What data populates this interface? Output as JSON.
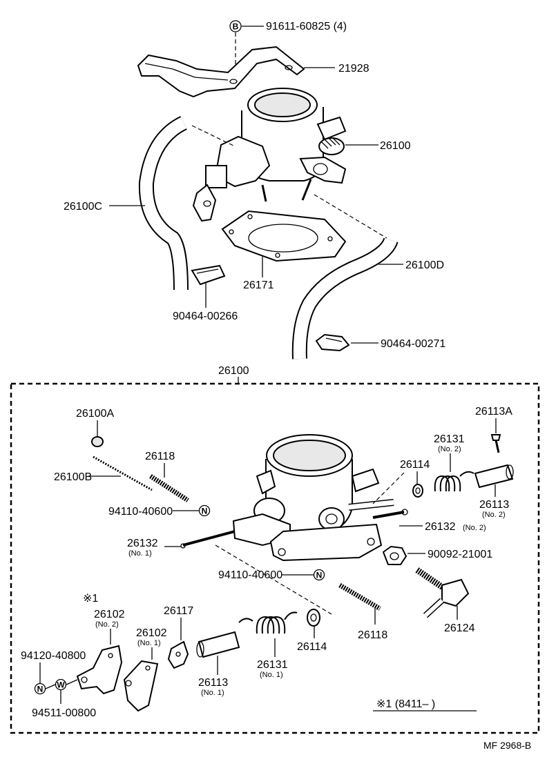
{
  "top_section": {
    "bolt_symbol": "B",
    "bolt_part": "91611-60825 (4)",
    "bracket_part": "21928",
    "throttle_body_part": "26100",
    "hose_c_part": "26100C",
    "gasket_part": "26171",
    "hose_d_part": "26100D",
    "clamp_left_part": "90464-00266",
    "clamp_right_part": "90464-00271"
  },
  "frame": {
    "assembly_part": "26100"
  },
  "exploded": {
    "cap_part": "26100A",
    "wire_part": "26100B",
    "spring_left_part": "26118",
    "nut_left_part": "94110-40600",
    "nut_left_symbol": "N",
    "pin_left_part": "26132",
    "pin_left_sub": "(No. 1)",
    "nut_mid_part": "94110-40600",
    "nut_mid_symbol": "N",
    "screw_top_right_part": "26113A",
    "spring2_part": "26131",
    "spring2_sub": "(No. 2)",
    "washer_right_part": "26114",
    "sleeve_right_part": "26113",
    "sleeve_right_sub": "(No. 2)",
    "pin_right_part": "26132",
    "pin_right_sub": "(No. 2)",
    "nut_right_part": "90092-21001",
    "fitting_part": "26124",
    "spring_mid_part": "26118",
    "washer_mid_part": "26114",
    "spring1_part": "26131",
    "spring1_sub": "(No. 1)",
    "sleeve_left_part": "26113",
    "sleeve_left_sub": "(No. 1)",
    "lever_part": "26117",
    "bracket1_part": "26102",
    "bracket1_sub": "(No. 1)",
    "bracket2_part": "26102",
    "bracket2_sub": "(No. 2)",
    "note_mark": "※1",
    "bolt_lower_part": "94120-40800",
    "bolt_lower_symbol": "N",
    "washer_lower_part": "94511-00800",
    "washer_lower_symbol": "W",
    "note_text": "※1 (8411–        )"
  },
  "footer": {
    "code": "MF  2968-B"
  }
}
